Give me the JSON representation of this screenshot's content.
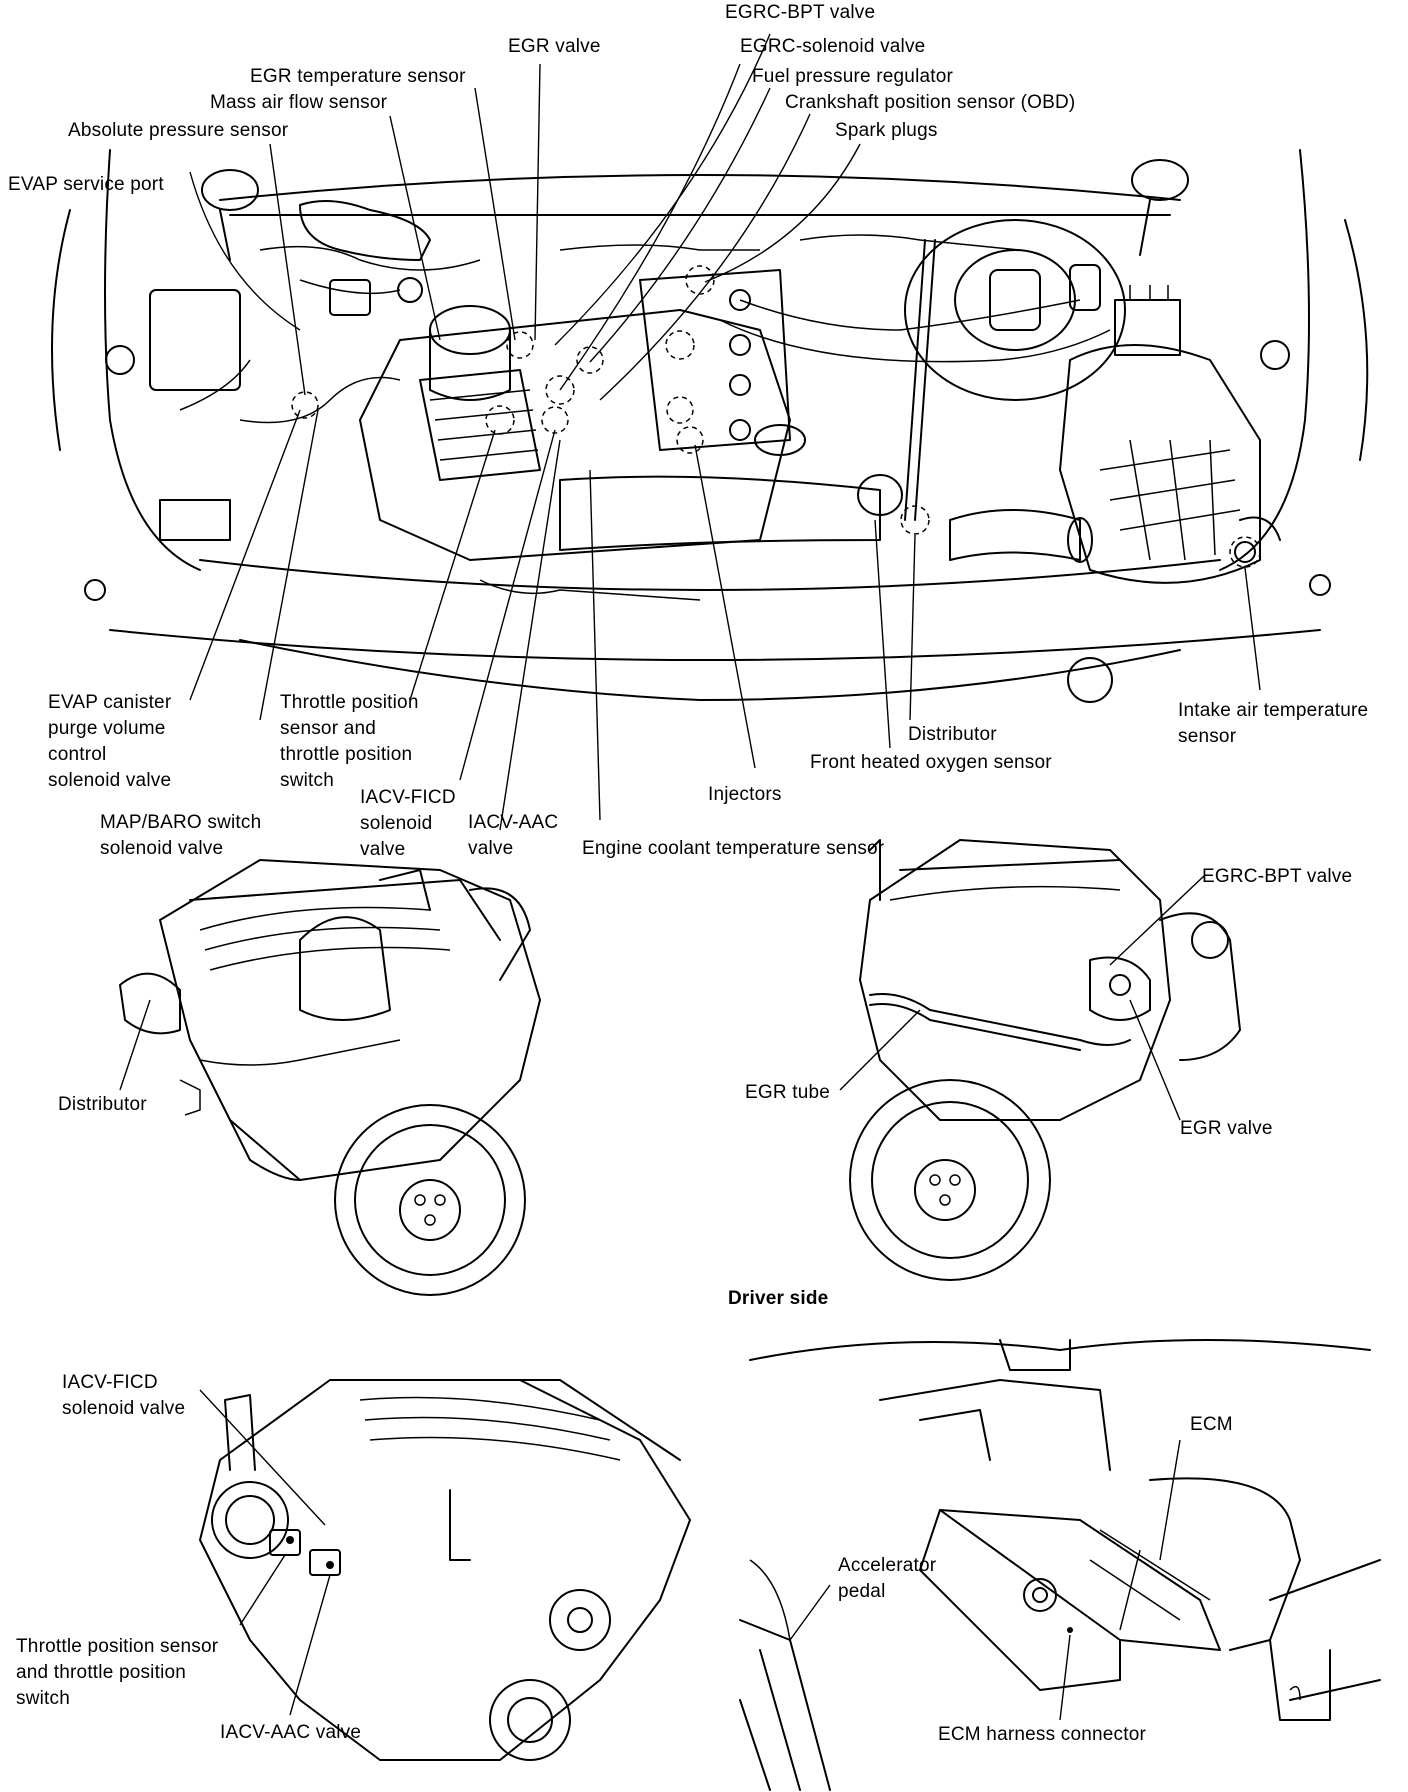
{
  "labels": {
    "egrc_bpt_valve": "EGRC-BPT valve",
    "egr_valve": "EGR valve",
    "egrc_solenoid_valve": "EGRC-solenoid valve",
    "egr_temperature_sensor": "EGR temperature sensor",
    "fuel_pressure_regulator": "Fuel pressure regulator",
    "mass_air_flow_sensor": "Mass air flow sensor",
    "crankshaft_position_sensor": "Crankshaft position sensor (OBD)",
    "absolute_pressure_sensor": "Absolute pressure sensor",
    "spark_plugs": "Spark plugs",
    "evap_service_port": "EVAP service port",
    "evap_canister_purge": [
      "EVAP canister",
      "purge volume",
      "control",
      "solenoid valve"
    ],
    "throttle_position_sensor_main": [
      "Throttle position",
      "sensor and",
      "throttle position",
      "switch"
    ],
    "map_baro_switch": [
      "MAP/BARO switch",
      "solenoid valve"
    ],
    "iacv_ficd_main": [
      "IACV-FICD",
      "solenoid",
      "valve"
    ],
    "iacv_aac_main": [
      "IACV-AAC",
      "valve"
    ],
    "engine_coolant_temperature_sensor": "Engine coolant temperature sensor",
    "injectors": "Injectors",
    "distributor_main": "Distributor",
    "front_heated_oxygen_sensor": "Front heated oxygen sensor",
    "intake_air_temperature_sensor": [
      "Intake air temperature",
      "sensor"
    ],
    "distributor_left": "Distributor",
    "egrc_bpt_valve_right": "EGRC-BPT valve",
    "egr_tube": "EGR tube",
    "egr_valve_right": "EGR valve",
    "driver_side": "Driver side",
    "iacv_ficd_lower": [
      "IACV-FICD",
      "solenoid valve"
    ],
    "throttle_position_sensor_lower": [
      "Throttle position sensor",
      "and throttle position",
      "switch"
    ],
    "iacv_aac_lower": "IACV-AAC valve",
    "ecm": "ECM",
    "accelerator_pedal": [
      "Accelerator",
      "pedal"
    ],
    "ecm_harness_connector": "ECM harness connector"
  }
}
